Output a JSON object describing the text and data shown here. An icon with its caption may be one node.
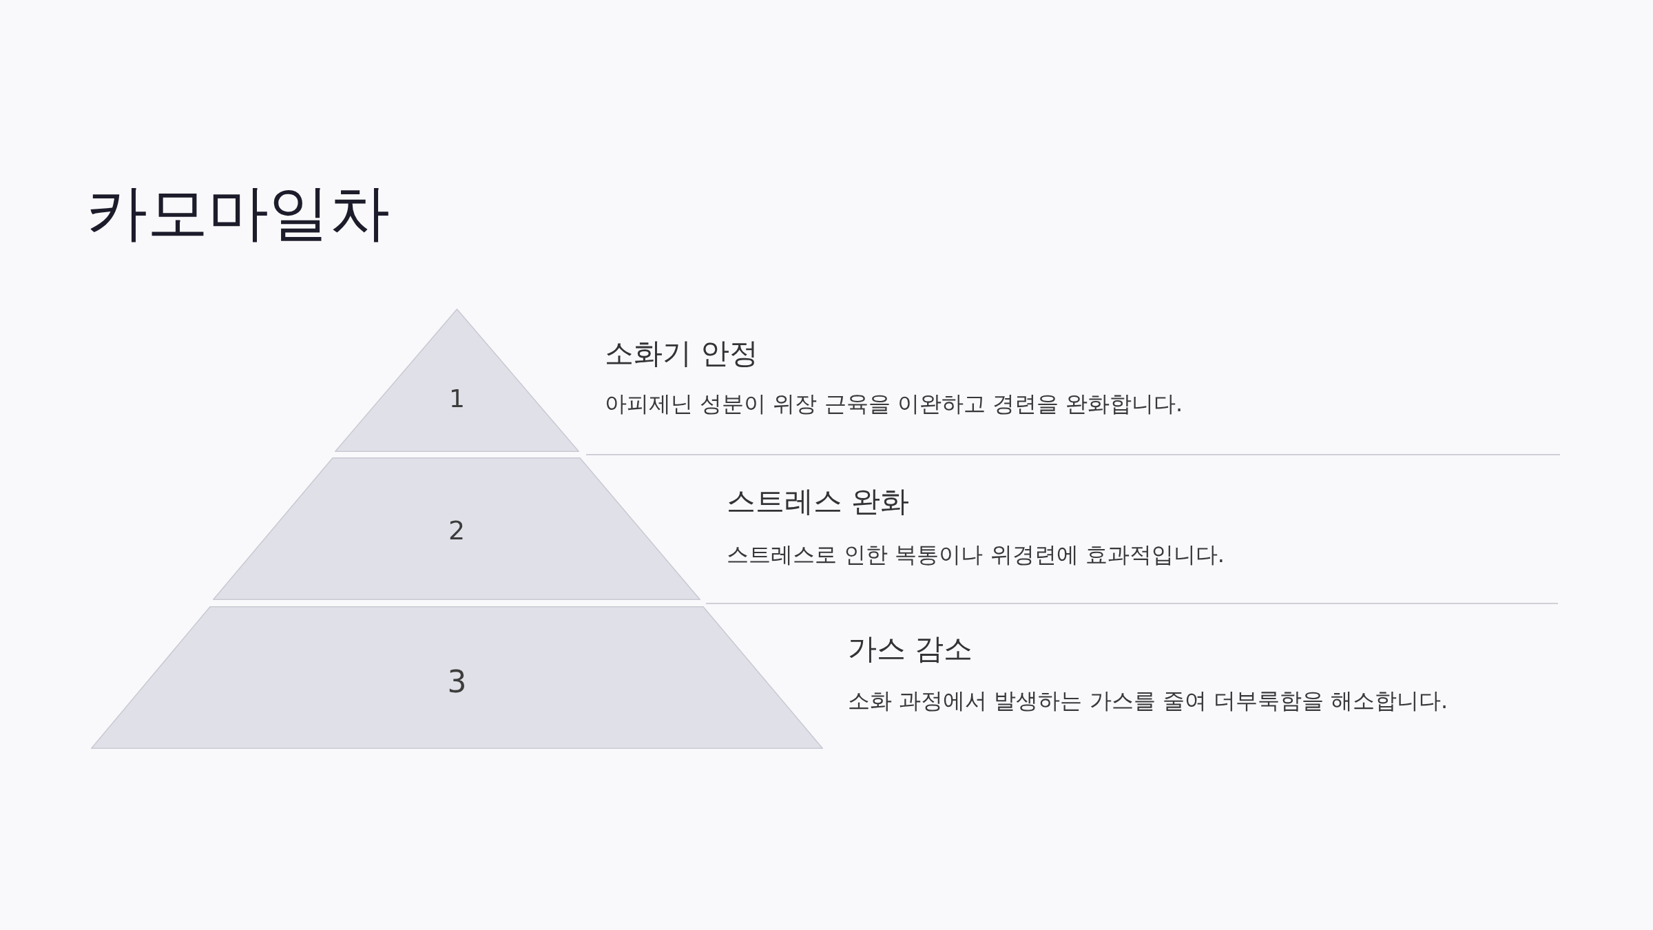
{
  "diagram": {
    "title": "카모마일차",
    "nodes": [
      {
        "text": [
          "1"
        ],
        "beside": [
          "소화기 안정",
          "아피제닌 성분이 위장 근육을 이완하고 경련을 완화합니다."
        ]
      },
      {
        "text": [
          "2"
        ],
        "beside": [
          "스트레스 완화",
          "스트레스로 인한 복통이나 위경련에 효과적입니다."
        ]
      },
      {
        "text": [
          "3"
        ],
        "beside": [
          "가스 감소",
          "소화 과정에서 발생하는 가스를 줄여 더부룩함을 해소합니다."
        ]
      }
    ]
  }
}
